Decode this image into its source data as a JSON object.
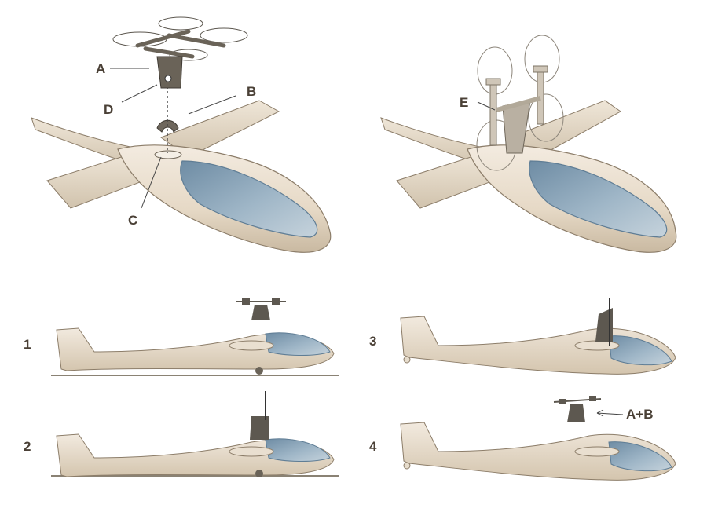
{
  "labels": {
    "A": "A",
    "B": "B",
    "C": "C",
    "D": "D",
    "E": "E",
    "step1": "1",
    "step2": "2",
    "step3": "3",
    "step4": "4",
    "ab": "A+B"
  },
  "colors": {
    "fuselage": "#e8dccb",
    "fuselage_shade": "#cdbfa8",
    "outline": "#8c7d69",
    "canopy": "#8fa9bd",
    "canopy_dark": "#5f7d95",
    "drone": "#5d5850",
    "drone_light": "#a39a8c",
    "ground": "#8a8274",
    "text": "#4a4036"
  }
}
